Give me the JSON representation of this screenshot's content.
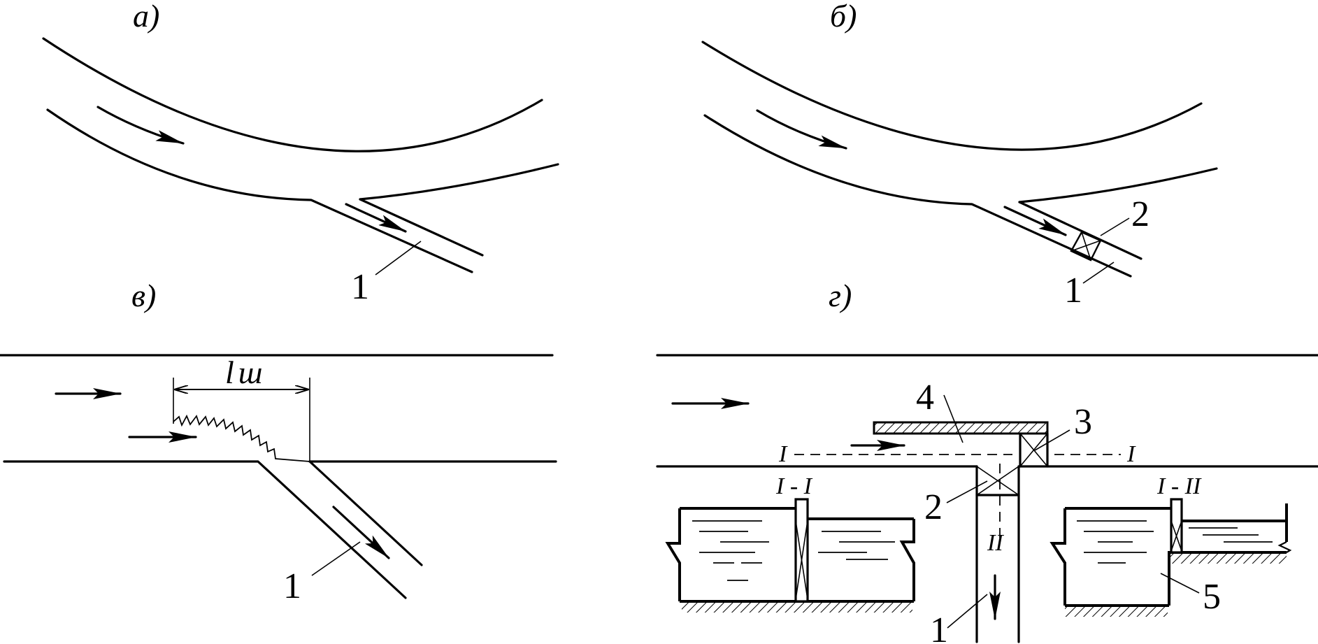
{
  "panels": {
    "a": {
      "label": "а)",
      "labels": {
        "channel": "1"
      }
    },
    "b": {
      "label": "б)",
      "labels": {
        "channel": "1",
        "gate": "2"
      }
    },
    "v": {
      "label": "в)",
      "labels": {
        "channel": "1",
        "length": "l",
        "length_sub": "ш"
      }
    },
    "g": {
      "label": "г)",
      "labels": {
        "channel": "1",
        "gate": "2",
        "gate_upper": "3",
        "wall": "4",
        "step": "5"
      },
      "sections": {
        "I_left": "I",
        "I_right": "I",
        "II": "II",
        "sec1": "I - I",
        "sec2": "I - II"
      }
    }
  }
}
